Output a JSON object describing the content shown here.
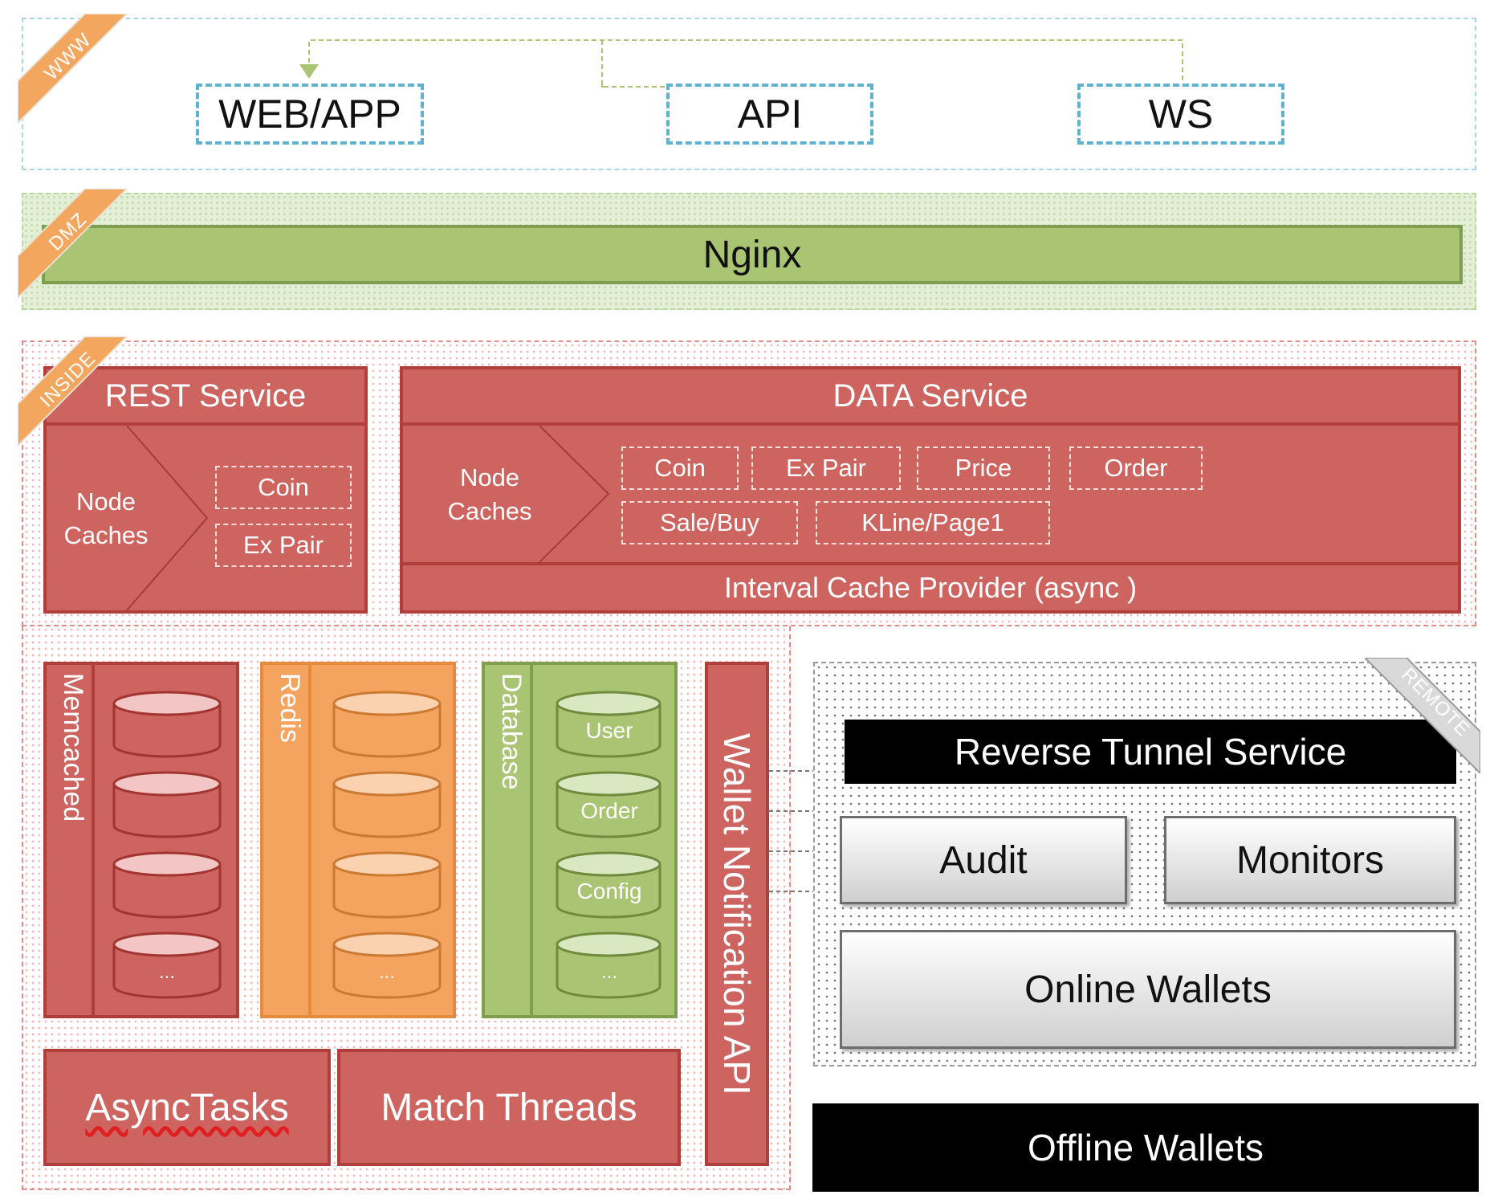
{
  "zones": {
    "www": "WWW",
    "dmz": "DMZ",
    "inside": "INSIDE",
    "remote": "REMOTE"
  },
  "www_boxes": {
    "web_app": "WEB/APP",
    "api": "API",
    "ws": "WS"
  },
  "nginx": "Nginx",
  "rest_service": {
    "title": "REST Service",
    "node_caches_1": "Node",
    "node_caches_2": "Caches",
    "items": [
      "Coin",
      "Ex Pair"
    ]
  },
  "data_service": {
    "title": "DATA Service",
    "node_caches_1": "Node",
    "node_caches_2": "Caches",
    "items_row1": [
      "Coin",
      "Ex Pair",
      "Price",
      "Order"
    ],
    "items_row2": [
      "Sale/Buy",
      "KLine/Page1"
    ],
    "interval_provider": "Interval Cache Provider (async )"
  },
  "stores": {
    "memcached": {
      "label": "Memcached",
      "cylinders": [
        "",
        "",
        "",
        "..."
      ]
    },
    "redis": {
      "label": "Redis",
      "cylinders": [
        "",
        "",
        "",
        "..."
      ]
    },
    "database": {
      "label": "Database",
      "cylinders": [
        "User",
        "Order",
        "Config",
        "..."
      ]
    }
  },
  "wallet_notification_api": "Wallet Notification API",
  "async_tasks": "AsyncTasks",
  "match_threads": "Match Threads",
  "remote": {
    "reverse_tunnel": "Reverse Tunnel Service",
    "audit": "Audit",
    "monitors": "Monitors",
    "online_wallets": "Online Wallets"
  },
  "offline_wallets": "Offline Wallets"
}
